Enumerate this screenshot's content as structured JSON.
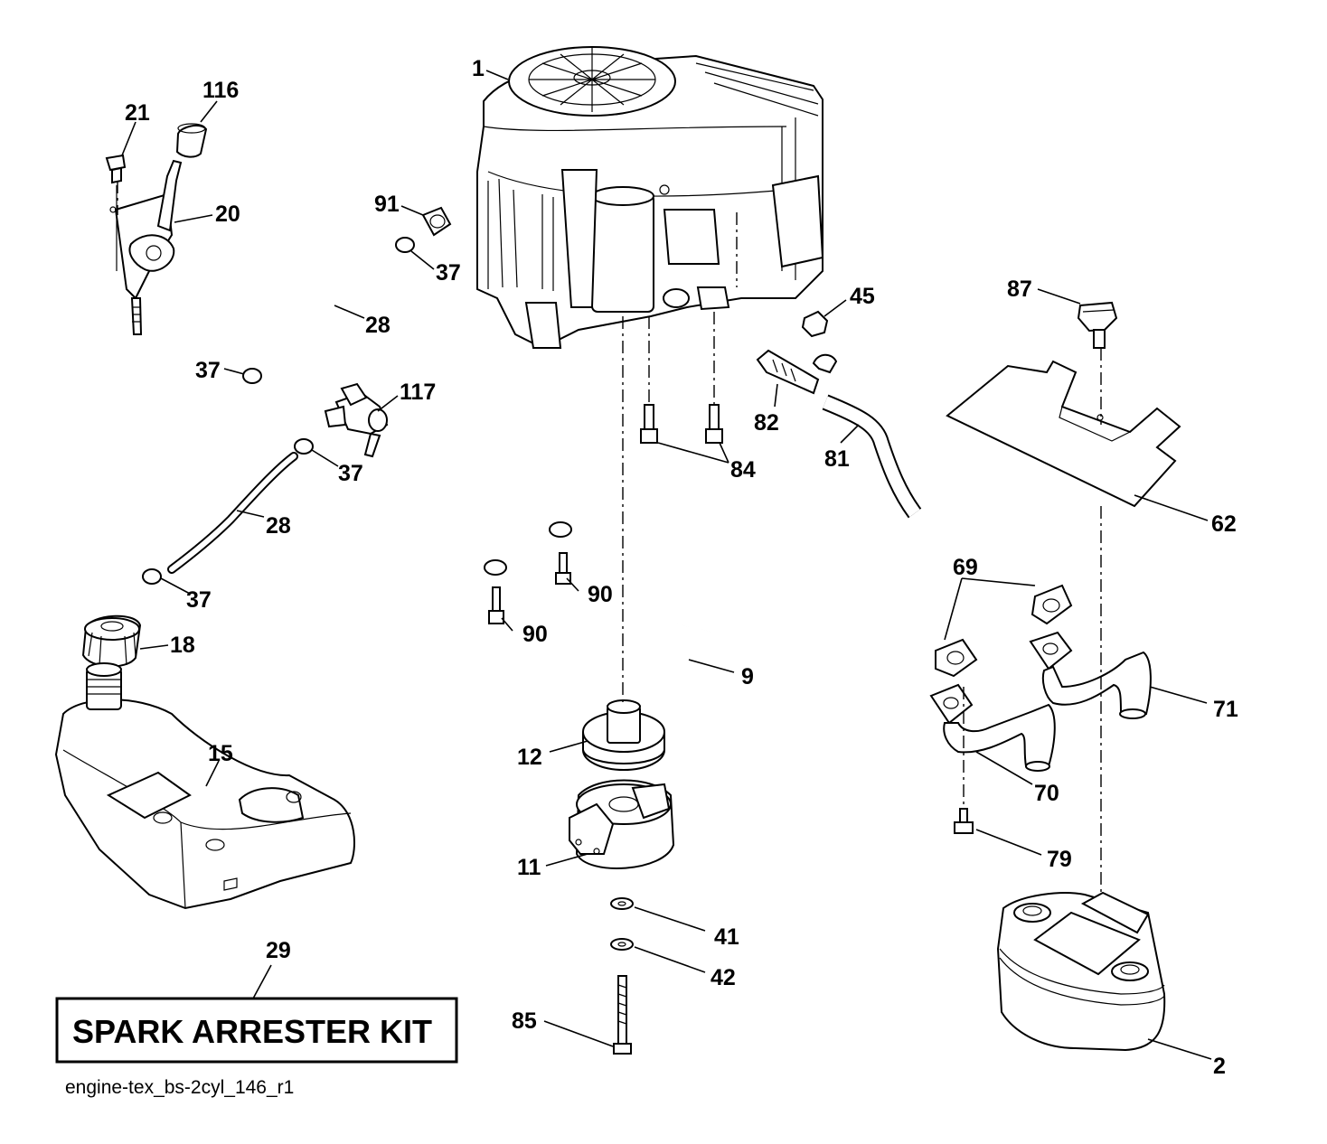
{
  "callouts": {
    "c1": "1",
    "c116": "116",
    "c21": "21",
    "c20": "20",
    "c91": "91",
    "c37a": "37",
    "c28a": "28",
    "c37b": "37",
    "c117": "117",
    "c37c": "37",
    "c28b": "28",
    "c37d": "37",
    "c18": "18",
    "c15": "15",
    "c29": "29",
    "c45": "45",
    "c87": "87",
    "c82": "82",
    "c81": "81",
    "c84": "84",
    "c62": "62",
    "c90a": "90",
    "c90b": "90",
    "c9": "9",
    "c69": "69",
    "c71": "71",
    "c12": "12",
    "c70": "70",
    "c11": "11",
    "c79": "79",
    "c41": "41",
    "c42": "42",
    "c85": "85",
    "c2": "2"
  },
  "kit_label": "SPARK ARRESTER KIT",
  "footer_code": "engine-tex_bs-2cyl_146_r1"
}
